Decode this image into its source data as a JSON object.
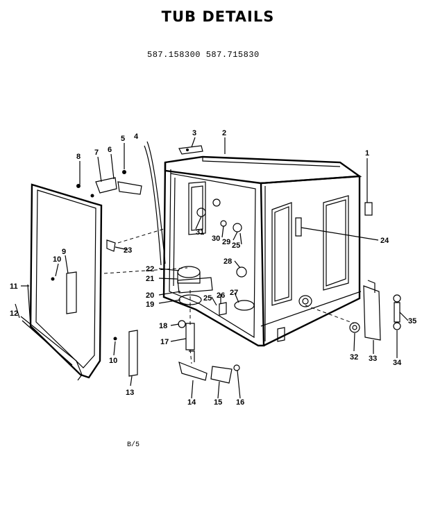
{
  "title": "TUB DETAILS",
  "models": "587.158300 587.715830",
  "footer": "B/5",
  "callouts": [
    "1",
    "2",
    "3",
    "4",
    "5",
    "6",
    "7",
    "8",
    "9",
    "10",
    "10",
    "11",
    "12",
    "13",
    "14",
    "15",
    "16",
    "17",
    "18",
    "19",
    "20",
    "21",
    "22",
    "23",
    "24",
    "25",
    "25",
    "26",
    "27",
    "28",
    "29",
    "30",
    "31",
    "32",
    "33",
    "34",
    "35"
  ]
}
